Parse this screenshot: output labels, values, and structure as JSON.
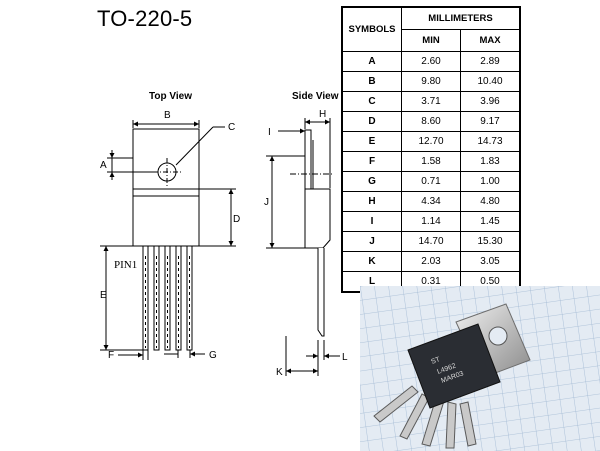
{
  "title": "TO-220-5",
  "top_view_label": "Top View",
  "side_view_label": "Side View",
  "pin_label": "PIN1",
  "dimension_letters": {
    "a": "A",
    "b": "B",
    "c": "C",
    "d": "D",
    "e": "E",
    "f": "F",
    "g": "G",
    "h": "H",
    "i": "I",
    "j": "J",
    "k": "K",
    "l": "L"
  },
  "table": {
    "symbols_header": "SYMBOLS",
    "unit_header": "MILLIMETERS",
    "min_header": "MIN",
    "max_header": "MAX",
    "rows": [
      {
        "symbol": "A",
        "min": "2.60",
        "max": "2.89"
      },
      {
        "symbol": "B",
        "min": "9.80",
        "max": "10.40"
      },
      {
        "symbol": "C",
        "min": "3.71",
        "max": "3.96"
      },
      {
        "symbol": "D",
        "min": "8.60",
        "max": "9.17"
      },
      {
        "symbol": "E",
        "min": "12.70",
        "max": "14.73"
      },
      {
        "symbol": "F",
        "min": "1.58",
        "max": "1.83"
      },
      {
        "symbol": "G",
        "min": "0.71",
        "max": "1.00"
      },
      {
        "symbol": "H",
        "min": "4.34",
        "max": "4.80"
      },
      {
        "symbol": "I",
        "min": "1.14",
        "max": "1.45"
      },
      {
        "symbol": "J",
        "min": "14.70",
        "max": "15.30"
      },
      {
        "symbol": "K",
        "min": "2.03",
        "max": "3.05"
      },
      {
        "symbol": "L",
        "min": "0.31",
        "max": "0.50"
      }
    ]
  },
  "photo": {
    "marking_lines": [
      "ST",
      "L4962",
      "MAR03"
    ]
  }
}
